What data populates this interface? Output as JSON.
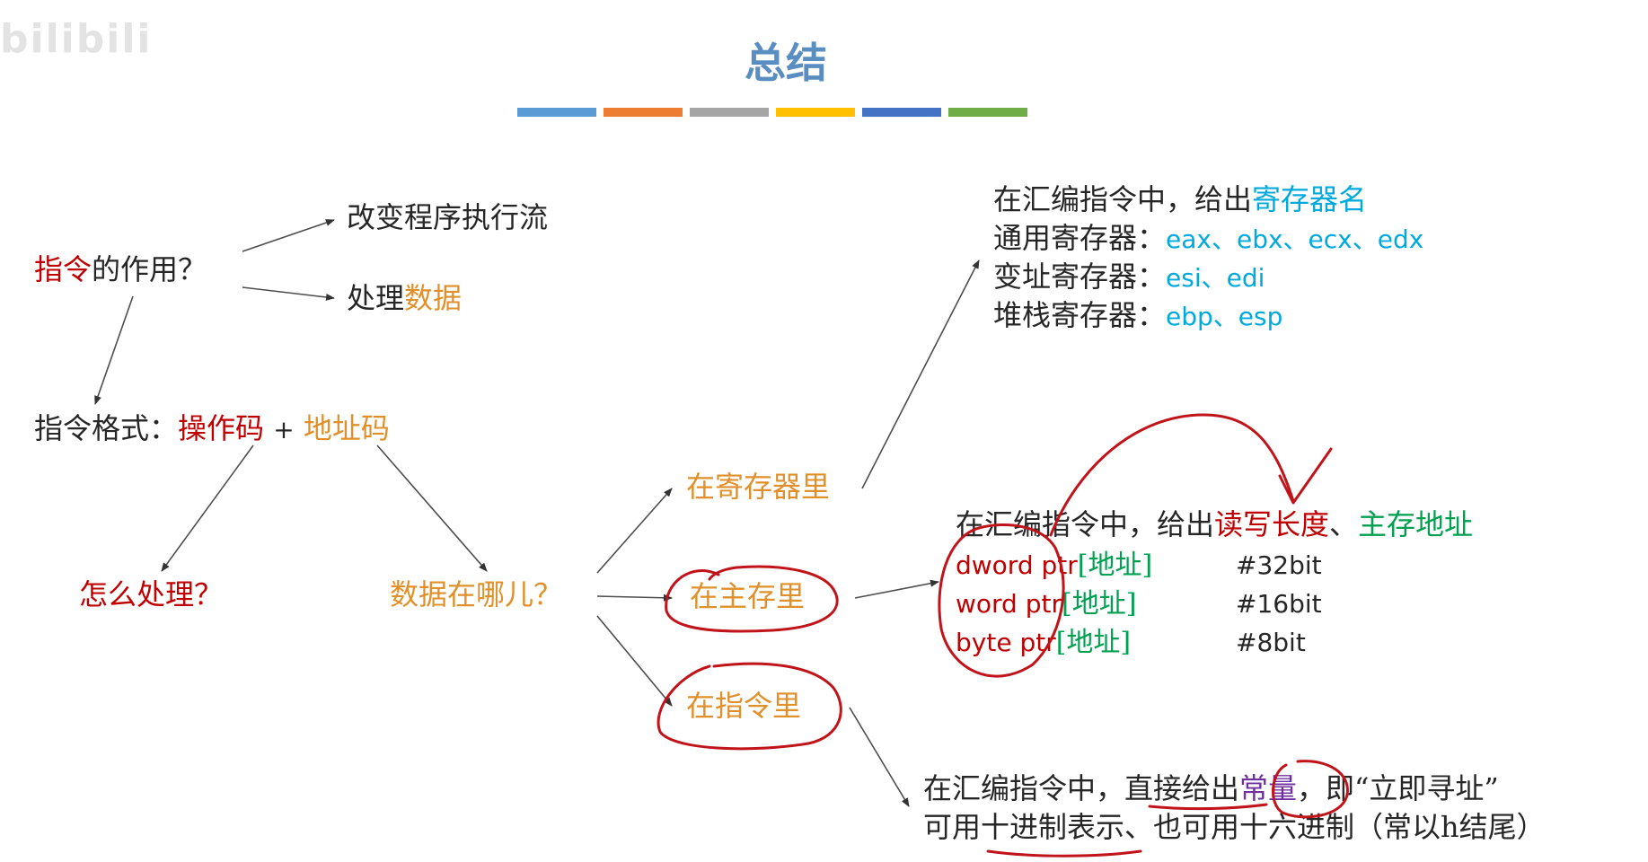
{
  "slide": {
    "title": "总结",
    "watermark": "bilibili",
    "color_bar": [
      "#5b9bd5",
      "#ed7d31",
      "#a5a5a5",
      "#ffc000",
      "#4472c4",
      "#70ad47"
    ]
  },
  "colors": {
    "dark": "#262626",
    "red": "#c00000",
    "orange": "#e0902b",
    "cyan": "#00aadd",
    "green": "#00a050",
    "purple": "#7030a0",
    "ink": "#c0141a"
  },
  "nodes": {
    "role_q": {
      "part1": "指令",
      "part2": "的作用？"
    },
    "change_flow": "改变程序执行流",
    "process_data": {
      "part1": "处理",
      "part2": "数据"
    },
    "format": {
      "label": "指令格式：",
      "opcode": "操作码",
      "plus": "+",
      "addr": "地址码"
    },
    "how": "怎么处理？",
    "where": "数据在哪儿？",
    "in_reg": "在寄存器里",
    "in_mem": "在主存里",
    "in_inst": "在指令里"
  },
  "reg_panel": {
    "line1": {
      "text": "在汇编指令中，给出",
      "highlight": "寄存器名"
    },
    "general": {
      "label": "通用寄存器：",
      "value": "eax、ebx、ecx、edx"
    },
    "index": {
      "label": "变址寄存器：",
      "value": "esi、edi"
    },
    "stack": {
      "label": "堆栈寄存器：",
      "value": "ebp、esp"
    }
  },
  "mem_panel": {
    "line1": {
      "text": "在汇编指令中，给出",
      "h1": "读写长度",
      "sep": "、",
      "h2": "主存地址"
    },
    "rows": [
      {
        "ptr": "dword ptr",
        "addr": "[地址]",
        "size": "#32bit"
      },
      {
        "ptr": "word ptr",
        "addr": "[地址]",
        "size": "#16bit"
      },
      {
        "ptr": "byte ptr",
        "addr": "[地址]",
        "size": "#8bit"
      }
    ]
  },
  "imm_panel": {
    "line1": {
      "a": "在汇编指令中，直接给出",
      "b": "常量",
      "c": "，即“立即寻址”"
    },
    "line2": "可用十进制表示、也可用十六进制（常以h结尾）"
  }
}
